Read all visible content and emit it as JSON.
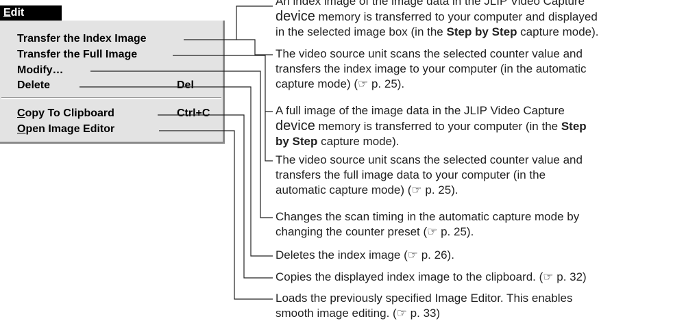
{
  "menu": {
    "title_accel": "E",
    "title_rest": "dit",
    "items": [
      {
        "label": "Transfer the Index Image"
      },
      {
        "label": "Transfer the Full Image"
      },
      {
        "label": "Modify…"
      },
      {
        "label": "Delete",
        "shortcut": "Del"
      },
      {
        "accel": "C",
        "label_rest": "opy To Clipboard",
        "shortcut": "Ctrl+C"
      },
      {
        "accel": "O",
        "label_rest": "pen Image Editor"
      }
    ]
  },
  "descriptions": {
    "index_manual": {
      "l1": "An index image of the image data in the JLIP Video Capture",
      "l2a": "device",
      "l2b": " memory is transferred to your computer and displayed",
      "l3a": "in the selected image box (in the ",
      "l3b": "Step by Step",
      "l3c": " capture mode)."
    },
    "index_auto": {
      "l1": "The video source unit scans the selected counter value and",
      "l2": "transfers the index image to your computer (in the automatic",
      "l3": "capture mode) (☞ p. 25)."
    },
    "full_manual": {
      "l1": "A full image of the image data in the JLIP Video Capture",
      "l2a": "device",
      "l2b": " memory is transferred to your computer (in the ",
      "l2c": "Step",
      "l3a": "by Step",
      "l3b": " capture mode)."
    },
    "full_auto": {
      "l1": "The video source unit scans the selected counter value and",
      "l2": "transfers the full image data to your computer (in the",
      "l3": "automatic capture mode) (☞ p. 25)."
    },
    "modify": {
      "l1": "Changes the scan timing in the automatic capture mode by",
      "l2": "changing the counter preset (☞ p. 25)."
    },
    "delete": "Deletes the index image (☞ p. 26).",
    "copy": "Copies the displayed index image to the clipboard. (☞ p. 32)",
    "editor": {
      "l1": "Loads the previously specified Image Editor. This enables",
      "l2": "smooth image editing. (☞ p. 33)"
    }
  }
}
